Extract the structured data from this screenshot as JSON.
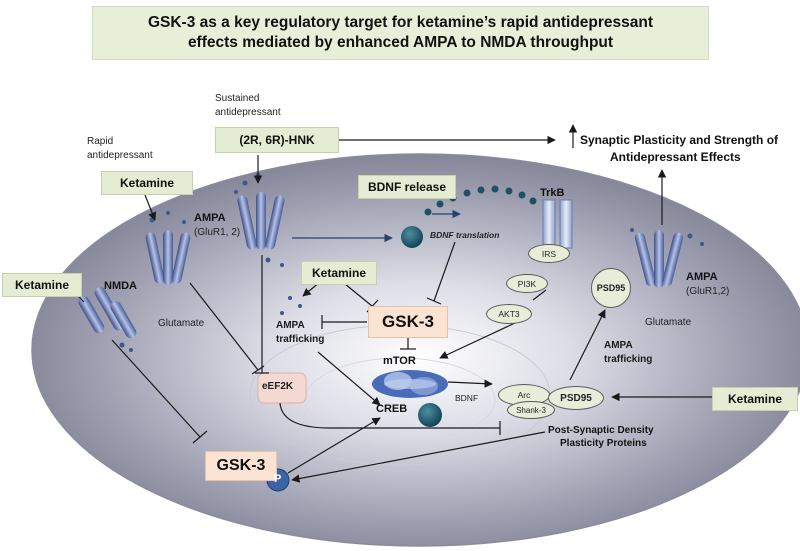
{
  "title": {
    "line1": "GSK-3 as a key regulatory target for ketamine’s rapid antidepressant",
    "line2": "effects mediated by enhanced AMPA to NMDA throughput"
  },
  "labels": {
    "sustained_antidepressant_1": "Sustained",
    "sustained_antidepressant_2": "antidepressant",
    "hnk": "(2R, 6R)-HNK",
    "rapid_antidepressant_1": "Rapid",
    "rapid_antidepressant_2": "antidepressant",
    "ketamine_top": "Ketamine",
    "ketamine_left": "Ketamine",
    "ketamine_center": "Ketamine",
    "ketamine_right": "Ketamine",
    "ampa_left": "AMPA",
    "ampa_left_sub": "(GluR1, 2)",
    "ampa_right": "AMPA",
    "ampa_right_sub": "(GluR1,2)",
    "nmda": "NMDA",
    "glutamate_left": "Glutamate",
    "glutamate_right": "Glutamate",
    "bdnf_release": "BDNF release",
    "bdnf_translation": "BDNF translation",
    "trkb": "TrkB",
    "irs": "IRS",
    "pi3k": "PI3K",
    "akt3": "AKT3",
    "gsk3_center": "GSK-3",
    "gsk3_bottom": "GSK-3",
    "ampa_trafficking_left_1": "AMPA",
    "ampa_trafficking_left_2": "trafficking",
    "ampa_trafficking_right_1": "AMPA",
    "ampa_trafficking_right_2": "trafficking",
    "mtor": "mTOR",
    "creb": "CREB",
    "bdnf": "BDNF",
    "eef2k": "eEF2K",
    "arc": "Arc",
    "shank3": "Shank-3",
    "psd95_right": "PSD95",
    "psd95_center": "PSD95",
    "psd_proteins_1": "Post-Synaptic Density",
    "psd_proteins_2": "Plasticity Proteins",
    "p": "P",
    "synaptic_1": "Synaptic Plasticity and Strength of",
    "synaptic_2": "Antidepressant Effects"
  },
  "colors": {
    "title_bg": "#e8efd9",
    "box_green": "#e4edd3",
    "box_peach": "#fbe3d4",
    "receptor": "#6f82b8",
    "bdnf_ball": "#1e5c6e",
    "phospho": "#3a63a8"
  }
}
